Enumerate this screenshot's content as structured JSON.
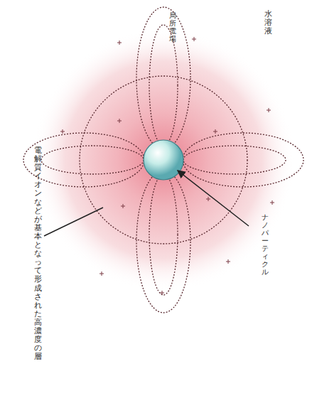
{
  "diagram": {
    "labels": [
      "水溶液",
      "局所電場",
      "ナノパーティクル",
      "電解質イオンなどが基本となって形成された高濃度の層"
    ]
  }
}
